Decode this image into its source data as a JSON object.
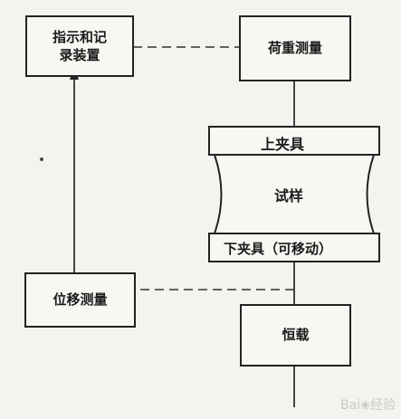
{
  "diagram": {
    "nodes": {
      "indicator_recorder": "指示和记录装置",
      "load_measure": "荷重测量",
      "upper_clamp": "上夹具",
      "specimen": "试样",
      "lower_clamp": "下夹具（可移动）",
      "displacement_measure": "位移测量",
      "constant_load": "恒载"
    },
    "edges": [
      {
        "from": "load_measure",
        "to": "indicator_recorder",
        "style": "dashed"
      },
      {
        "from": "displacement_measure",
        "to": "indicator_recorder",
        "style": "solid-arrow"
      },
      {
        "from": "lower_clamp",
        "to": "displacement_measure",
        "style": "dashed"
      },
      {
        "from": "load_measure",
        "to": "upper_clamp",
        "style": "solid"
      },
      {
        "from": "lower_clamp",
        "to": "constant_load",
        "style": "solid"
      },
      {
        "from": "constant_load",
        "to": "bottom",
        "style": "solid"
      }
    ]
  },
  "watermark": {
    "brand_prefix": "Bai",
    "brand_suffix": "经验"
  }
}
